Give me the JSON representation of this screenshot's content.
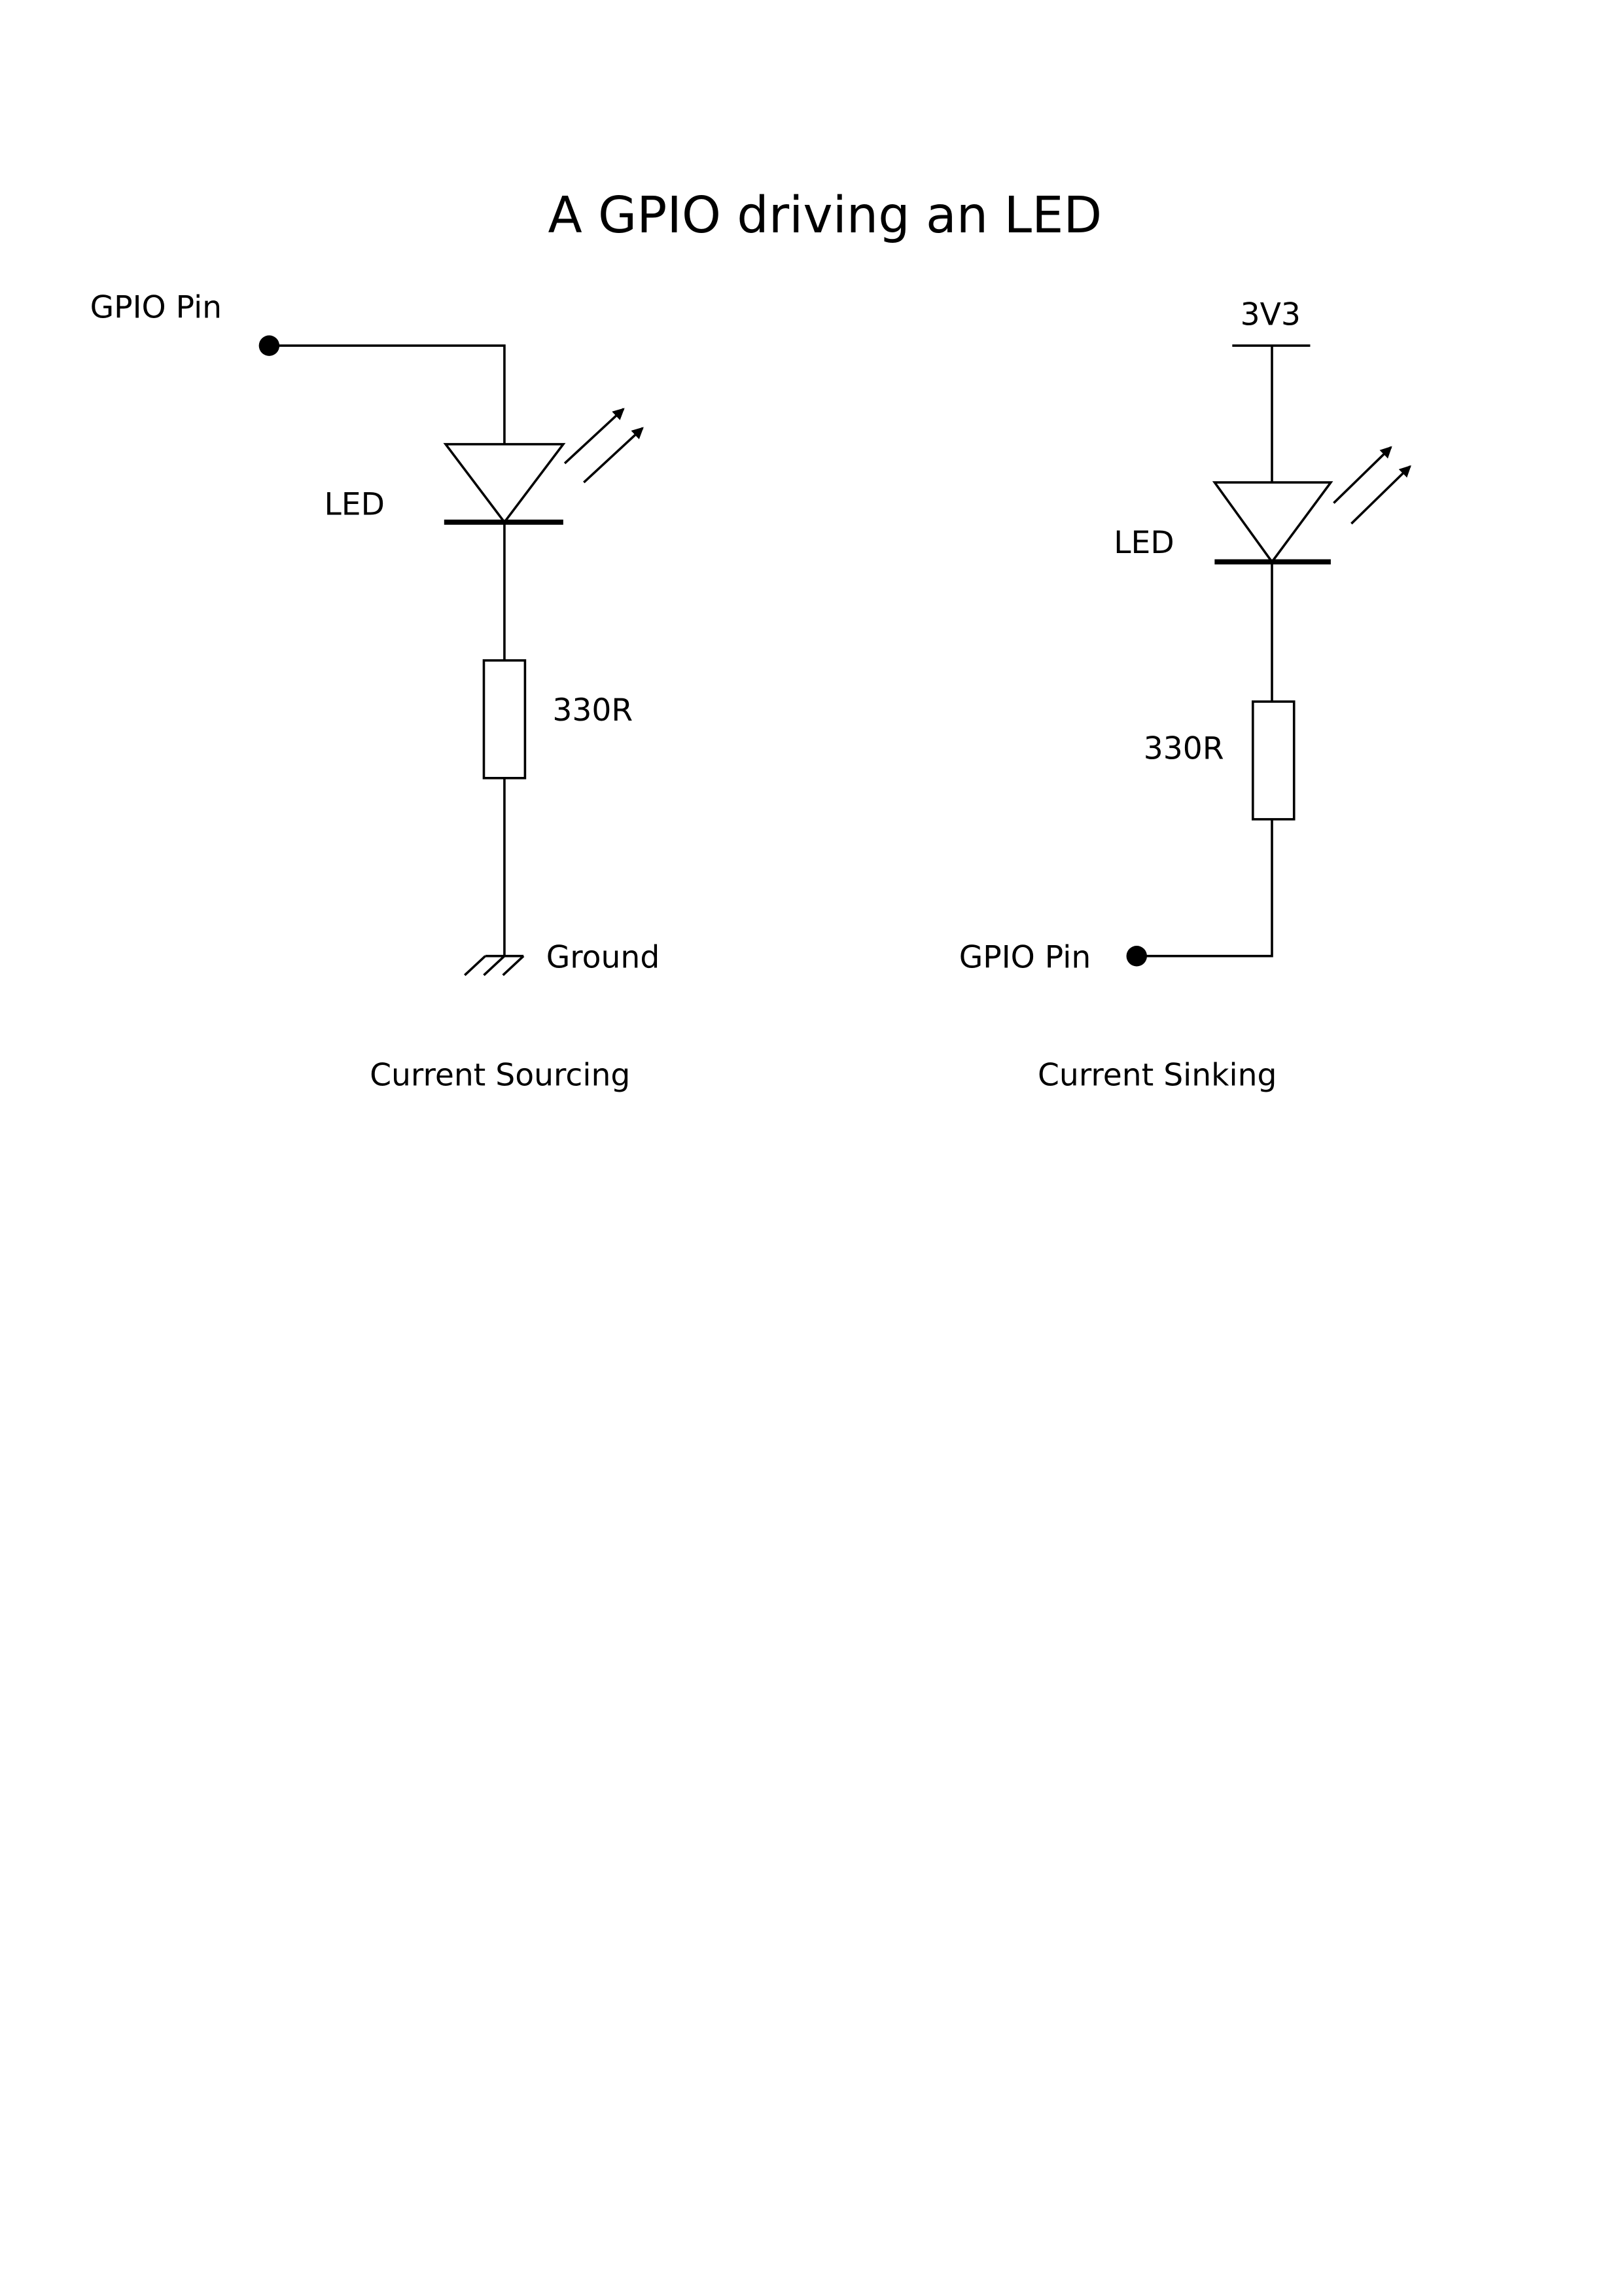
{
  "title": "A GPIO driving an LED",
  "sourcing": {
    "gpio_label": "GPIO Pin",
    "led_label": "LED",
    "resistor_label": "330R",
    "ground_label": "Ground",
    "caption": "Current Sourcing"
  },
  "sinking": {
    "supply_label": "3V3",
    "led_label": "LED",
    "resistor_label": "330R",
    "gpio_label": "GPIO Pin",
    "caption": "Current Sinking"
  }
}
